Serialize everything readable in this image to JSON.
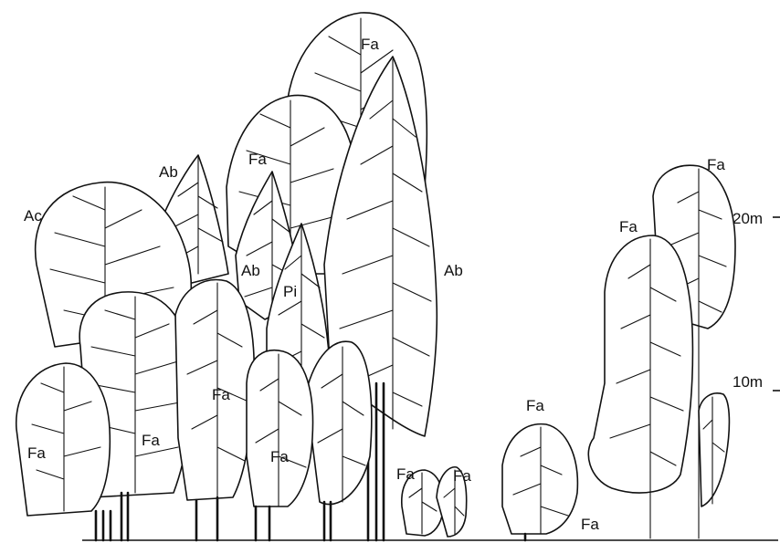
{
  "diagram": {
    "scale_labels": {
      "upper": "20m",
      "lower": "10m"
    },
    "species_labels": [
      "Ac",
      "Ab",
      "Fa",
      "Fa",
      "Ab",
      "Pi",
      "Ab",
      "Fa",
      "Fa",
      "Fa",
      "Fa",
      "Fa",
      "Fa",
      "Fa",
      "Fa",
      "Fa",
      "Fa"
    ]
  }
}
